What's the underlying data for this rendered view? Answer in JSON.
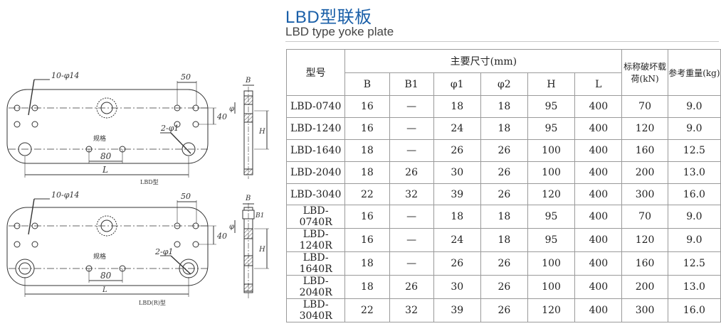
{
  "header": {
    "title": "LBD型联板",
    "subtitle": "LBD type yoke plate"
  },
  "drawing": {
    "top": {
      "hole_note": "10-φ14",
      "dim_50": "50",
      "dim_40": "40",
      "dim_80": "80",
      "dim_L": "L",
      "spec": "规格",
      "hole_note2": "2-φ1",
      "caption": "LBD型",
      "side_B": "B",
      "side_phi": "φ",
      "side_H": "H"
    },
    "bottom": {
      "hole_note": "10-φ14",
      "dim_50": "50",
      "dim_40": "40",
      "dim_80": "80",
      "dim_L": "L",
      "spec": "规格",
      "hole_note2": "2-φ1",
      "caption": "LBD(R)型",
      "side_B": "B",
      "side_B1": "B1",
      "side_phi": "φ",
      "side_H": "H"
    }
  },
  "table": {
    "header_model": "型号",
    "header_main": "主要尺寸(mm)",
    "header_load": "标称破坏载荷(kN)",
    "header_weight": "参考重量(kg)",
    "columns": [
      "B",
      "B1",
      "φ1",
      "φ2",
      "H",
      "L"
    ],
    "rows": [
      [
        "LBD-0740",
        "16",
        "—",
        "18",
        "18",
        "95",
        "400",
        "70",
        "9.0"
      ],
      [
        "LBD-1240",
        "16",
        "—",
        "24",
        "18",
        "95",
        "400",
        "120",
        "9.0"
      ],
      [
        "LBD-1640",
        "18",
        "—",
        "26",
        "26",
        "100",
        "400",
        "160",
        "12.5"
      ],
      [
        "LBD-2040",
        "18",
        "26",
        "30",
        "26",
        "100",
        "400",
        "200",
        "13.0"
      ],
      [
        "LBD-3040",
        "22",
        "32",
        "39",
        "26",
        "120",
        "400",
        "300",
        "16.0"
      ],
      [
        "LBD-0740R",
        "16",
        "—",
        "18",
        "18",
        "95",
        "400",
        "70",
        "9.0"
      ],
      [
        "LBD-1240R",
        "16",
        "—",
        "24",
        "18",
        "95",
        "400",
        "120",
        "9.0"
      ],
      [
        "LBD-1640R",
        "18",
        "—",
        "26",
        "26",
        "100",
        "400",
        "160",
        "12.5"
      ],
      [
        "LBD-2040R",
        "18",
        "26",
        "30",
        "26",
        "100",
        "400",
        "200",
        "13.0"
      ],
      [
        "LBD-3040R",
        "22",
        "32",
        "39",
        "26",
        "120",
        "400",
        "300",
        "16.0"
      ]
    ]
  }
}
